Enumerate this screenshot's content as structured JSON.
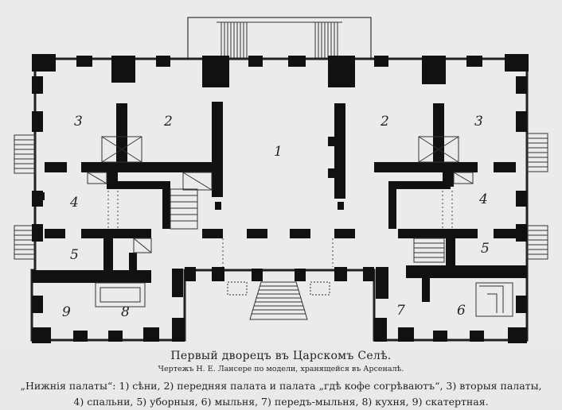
{
  "plan": {
    "room_numbers": [
      {
        "id": "r3-left",
        "label": "3"
      },
      {
        "id": "r2-left",
        "label": "2"
      },
      {
        "id": "r1",
        "label": "1"
      },
      {
        "id": "r2-right",
        "label": "2"
      },
      {
        "id": "r3-right",
        "label": "3"
      },
      {
        "id": "r4-left",
        "label": "4"
      },
      {
        "id": "r4-right",
        "label": "4"
      },
      {
        "id": "r5-left",
        "label": "5"
      },
      {
        "id": "r5-right",
        "label": "5"
      },
      {
        "id": "r9",
        "label": "9"
      },
      {
        "id": "r8",
        "label": "8"
      },
      {
        "id": "r7",
        "label": "7"
      },
      {
        "id": "r6",
        "label": "6"
      }
    ]
  },
  "caption": {
    "title": "Первый дворецъ въ Царскомъ Селѣ.",
    "subtitle": "Чертежъ Н. Е. Лансере по модели, хранящейся въ Арсеналѣ.",
    "legend_line1": "„Нижнія палаты“: 1) сѣни, 2) передняя палата и палата „гдѣ кофе согрѣваютъ“, 3) вторыя палаты,",
    "legend_line2": "4) спальни, 5) уборныя, 6) мыльня, 7) передъ-мыльня, 8) кухня, 9) скатертная."
  }
}
